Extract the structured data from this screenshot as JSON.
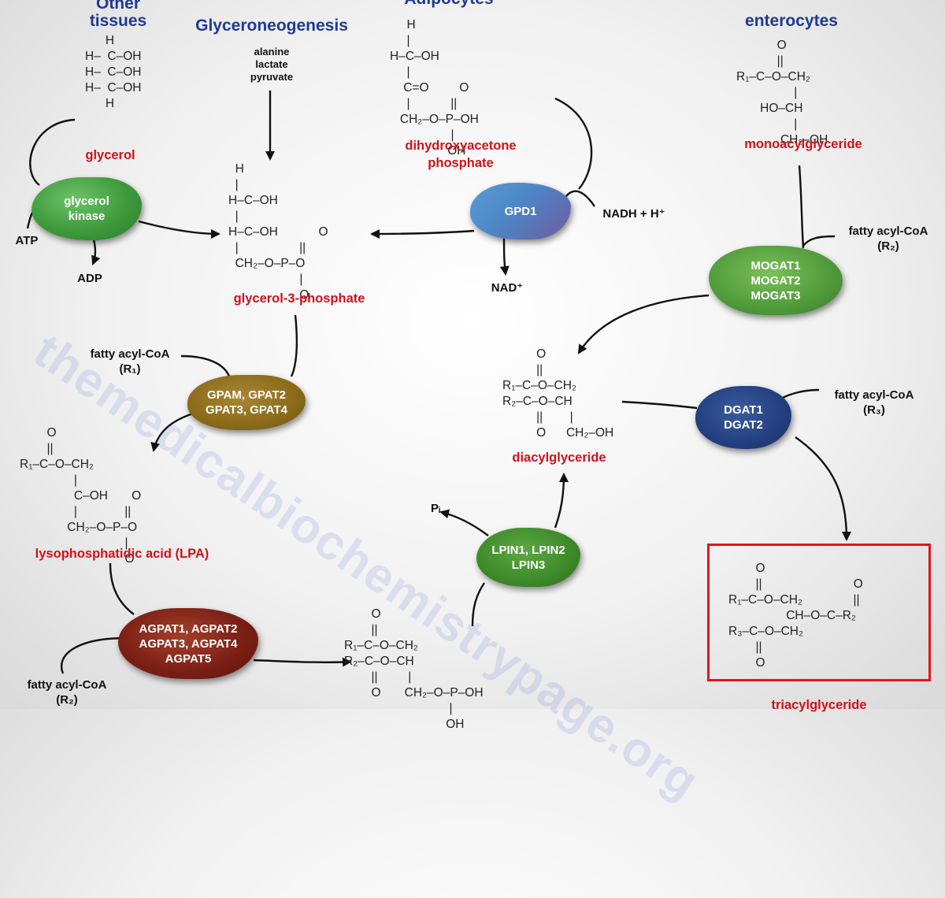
{
  "headings": {
    "other_tissues": "Other\ntissues",
    "glyceroneogenesis": "Glyceroneogenesis",
    "adipocytes": "Adipocytes",
    "enterocytes": "enterocytes"
  },
  "precursors": "alanine\nlactate\npyruvate",
  "compounds": {
    "glycerol": "glycerol",
    "dhap": "dihydroxyacetone\nphosphate",
    "g3p": "glycerol-3-phosphate",
    "mag": "monoacylglyceride",
    "dag": "diacylglyceride",
    "lpa": "lysophosphatidic acid (LPA)",
    "tag": "triacylglyceride"
  },
  "structures": {
    "glycerol": "      H\nH–  C–OH\nH–  C–OH\nH–  C–OH\n      H",
    "dhap": "     H\n     |\nH–C–OH\n     |\n    C=O         O\n     |            ||\n   CH₂–O–P–OH\n                  |\n                 OH",
    "g3p": "  H\n  |\nH–C–OH\n  |\nH–C–OH            O\n  |                  ||\n  CH₂–O–P–O\n                     |\n                     O",
    "mag": "            O\n            ||\nR₁–C–O–CH₂\n                 |\n       HO–CH\n                 |\n             CH₂–OH",
    "dag": "          O\n          ||\nR₁–C–O–CH₂\nR₂–C–O–CH\n          ||        |\n          O      CH₂–OH",
    "lpa": "        O\n        ||\nR₁–C–O–CH₂\n                |\n                C–OH       O\n                |              ||\n              CH₂–O–P–O\n                               |\n                               O",
    "pa": "        O\n        ||\nR₁–C–O–CH₂\nR₂–C–O–CH\n        ||         |\n        O       CH₂–O–P–OH\n                               |\n                              OH",
    "tag": "        O\n        ||                           O\nR₁–C–O–CH₂               ||\n                 CH–O–C–R₂\nR₃–C–O–CH₂\n        ||\n        O"
  },
  "cofactors": {
    "atp": "ATP",
    "adp": "ADP",
    "nadh": "NADH + H⁺",
    "nad": "NAD⁺",
    "pi": "Pᵢ",
    "fatty_acyl_r1": "fatty acyl-CoA\n(R₁)",
    "fatty_acyl_r2_mogat": "fatty acyl-CoA\n(R₂)",
    "fatty_acyl_r3": "fatty acyl-CoA\n(R₃)",
    "fatty_acyl_r2_agpat": "fatty acyl-CoA\n(R₂)"
  },
  "enzymes": {
    "glycerol_kinase": "glycerol\nkinase",
    "gpd1": "GPD1",
    "mogat": "MOGAT1\nMOGAT2\nMOGAT3",
    "gpat": "GPAM, GPAT2\nGPAT3, GPAT4",
    "dgat": "DGAT1\nDGAT2",
    "lpin": "LPIN1, LPIN2\nLPIN3",
    "agpat": "AGPAT1, AGPAT2\nAGPAT3, AGPAT4\nAGPAT5"
  },
  "watermark": "themedicalbiochemistrypage.org",
  "colors": {
    "heading": "#1f3a93",
    "compound": "#d0111b",
    "highlight_box": "#e0161f",
    "glycerol_kinase": "#3f9a3c",
    "gpd1": "#4d86c6",
    "mogat": "#4f9a3a",
    "gpat": "#8b6a1a",
    "dgat": "#243f7f",
    "lpin": "#3d8a2a",
    "agpat": "#7a1e14"
  }
}
